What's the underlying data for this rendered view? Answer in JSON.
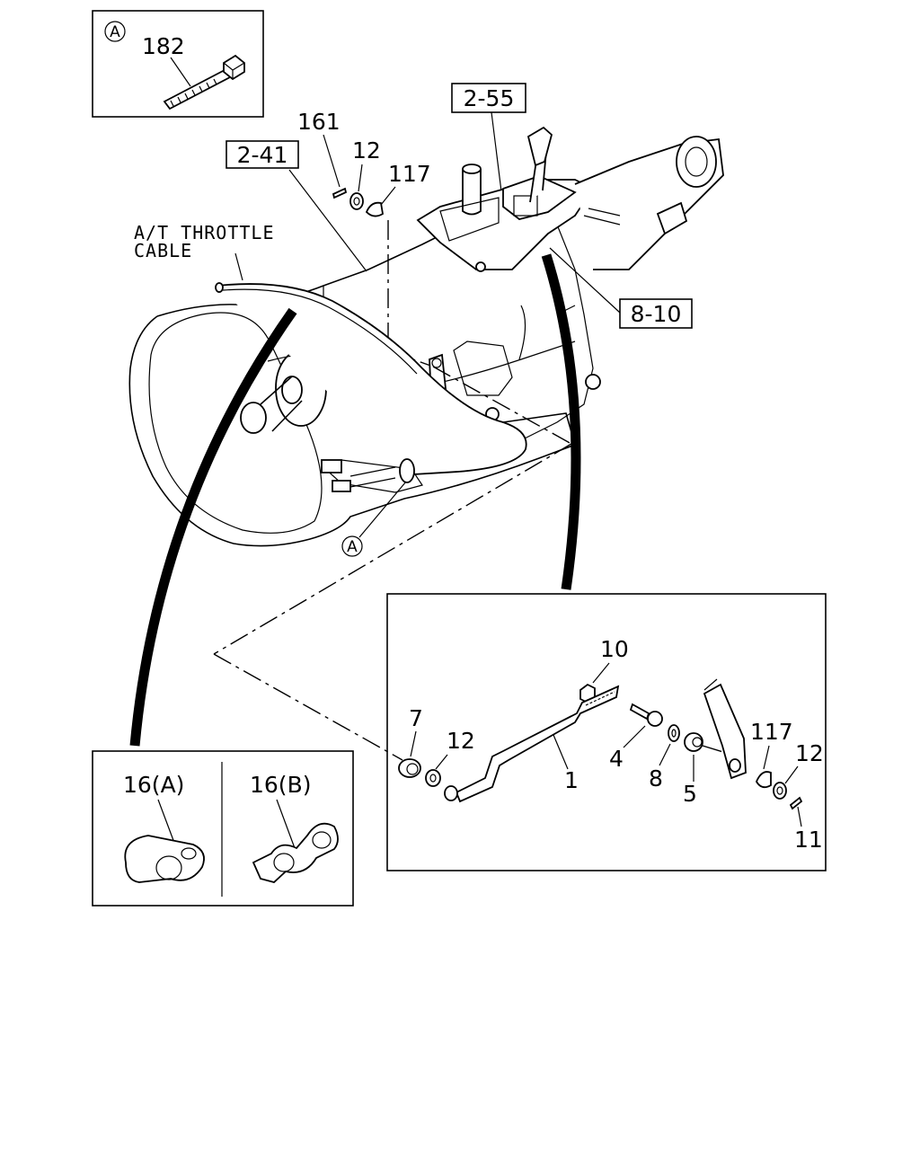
{
  "inset_a": {
    "marker": "A",
    "part_182": "182"
  },
  "refs": {
    "ref_2_55": "2-55",
    "ref_2_41": "2-41",
    "ref_8_10": "8-10"
  },
  "cable_label": {
    "line1": "A/T THROTTLE",
    "line2": "CABLE"
  },
  "top_parts": {
    "p161": "161",
    "p12": "12",
    "p117": "117"
  },
  "marker_a": "A",
  "detail": {
    "p10": "10",
    "p7": "7",
    "p12a": "12",
    "p4": "4",
    "p1": "1",
    "p8": "8",
    "p5": "5",
    "p117": "117",
    "p12b": "12",
    "p11": "11"
  },
  "clips": {
    "clip_a": "16(A)",
    "clip_b": "16(B)"
  }
}
